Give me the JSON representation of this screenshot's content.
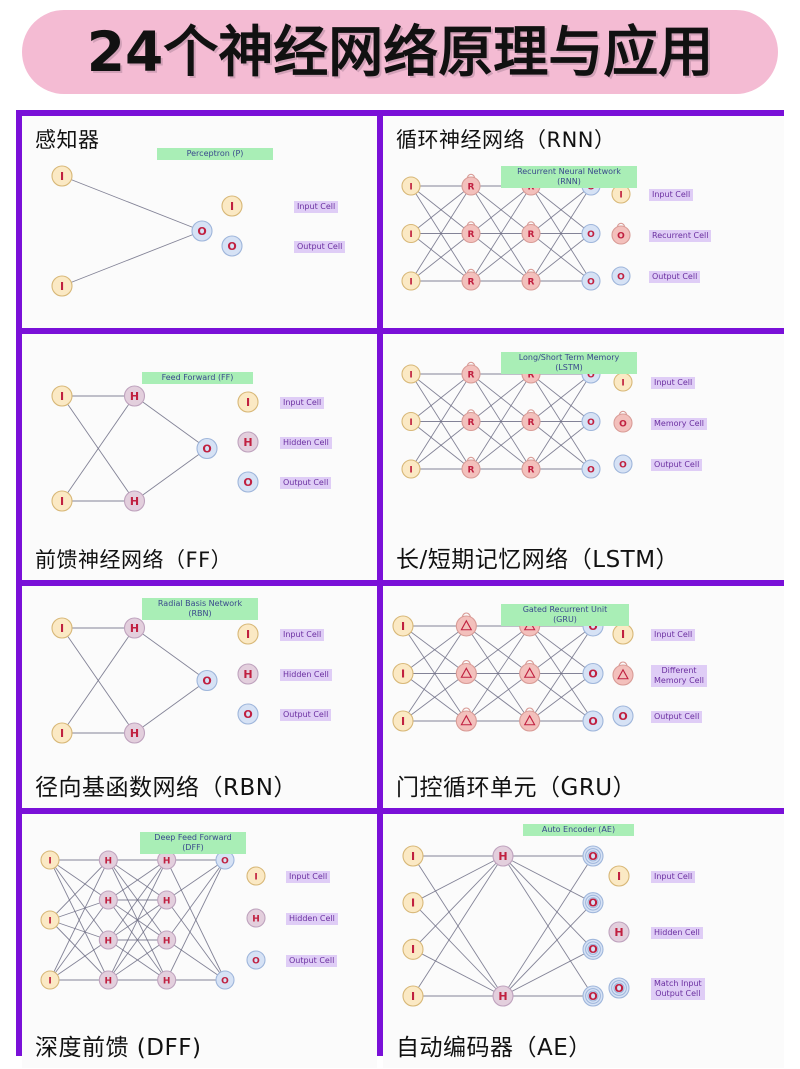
{
  "banner": {
    "title": "24个神经网络原理与应用",
    "bg_color": "#F4BBD3"
  },
  "theme": {
    "grid_border_color": "#7A10D8",
    "caption_highlight": "#A9EEB6",
    "legend_highlight": "#DFCDF6",
    "legend_text_color": "#6B2FA0",
    "input_cell_color": "#FBE9C4",
    "hidden_cell_color": "#E3CFDD",
    "recurrent_cell_color": "#F3C0BC",
    "output_cell_color": "#D6E2F5",
    "glyph_color": "#C02040",
    "edge_color": "#6F6F86"
  },
  "cells": [
    {
      "id": "perceptron",
      "cn_title": "感知器",
      "title_pos": "top",
      "caption": "Perceptron (P)",
      "legend": [
        {
          "label": "Input Cell",
          "cell": "input"
        },
        {
          "label": "Output Cell",
          "cell": "output"
        }
      ],
      "layers": [
        {
          "type": "input",
          "count": 2,
          "glyph": "I"
        },
        {
          "type": "output",
          "count": 1,
          "glyph": "O"
        }
      ]
    },
    {
      "id": "rnn",
      "cn_title": "循环神经网络（RNN）",
      "title_pos": "top",
      "caption": "Recurrent Neural Network\n(RNN)",
      "legend": [
        {
          "label": "Input Cell",
          "cell": "input"
        },
        {
          "label": "Recurrent Cell",
          "cell": "recurrent"
        },
        {
          "label": "Output Cell",
          "cell": "output"
        }
      ],
      "layers": [
        {
          "type": "input",
          "count": 3,
          "glyph": "I"
        },
        {
          "type": "recurrent",
          "count": 3,
          "glyph": "R"
        },
        {
          "type": "recurrent",
          "count": 3,
          "glyph": "R"
        },
        {
          "type": "output",
          "count": 3,
          "glyph": "O"
        }
      ]
    },
    {
      "id": "ff",
      "cn_title": "前馈神经网络（FF）",
      "title_pos": "bottom",
      "caption": "Feed Forward (FF)",
      "legend": [
        {
          "label": "Input Cell",
          "cell": "input"
        },
        {
          "label": "Hidden Cell",
          "cell": "hidden"
        },
        {
          "label": "Output Cell",
          "cell": "output"
        }
      ],
      "layers": [
        {
          "type": "input",
          "count": 2,
          "glyph": "I"
        },
        {
          "type": "hidden",
          "count": 2,
          "glyph": "H"
        },
        {
          "type": "output",
          "count": 1,
          "glyph": "O"
        }
      ]
    },
    {
      "id": "lstm",
      "cn_title": "长/短期记忆网络（LSTM）",
      "title_pos": "bottom",
      "caption": "Long/Short Term Memory\n(LSTM)",
      "legend": [
        {
          "label": "Input Cell",
          "cell": "input"
        },
        {
          "label": "Memory Cell",
          "cell": "recurrent"
        },
        {
          "label": "Output Cell",
          "cell": "output"
        }
      ],
      "layers": [
        {
          "type": "input",
          "count": 3,
          "glyph": "I"
        },
        {
          "type": "recurrent",
          "count": 3,
          "glyph": "R"
        },
        {
          "type": "recurrent",
          "count": 3,
          "glyph": "R"
        },
        {
          "type": "output",
          "count": 3,
          "glyph": "O"
        }
      ]
    },
    {
      "id": "rbn",
      "cn_title": "径向基函数网络（RBN）",
      "title_pos": "bottom",
      "caption": "Radial Basis Network\n(RBN)",
      "legend": [
        {
          "label": "Input Cell",
          "cell": "input"
        },
        {
          "label": "Hidden Cell",
          "cell": "hidden"
        },
        {
          "label": "Output Cell",
          "cell": "output"
        }
      ],
      "layers": [
        {
          "type": "input",
          "count": 2,
          "glyph": "I"
        },
        {
          "type": "hidden",
          "count": 2,
          "glyph": "H"
        },
        {
          "type": "output",
          "count": 1,
          "glyph": "O"
        }
      ]
    },
    {
      "id": "gru",
      "cn_title": "门控循环单元（GRU）",
      "title_pos": "bottom",
      "caption": "Gated Recurrent Unit\n(GRU)",
      "legend": [
        {
          "label": "Input Cell",
          "cell": "input"
        },
        {
          "label": "Different\nMemory Cell",
          "cell": "gated"
        },
        {
          "label": "Output Cell",
          "cell": "output"
        }
      ],
      "layers": [
        {
          "type": "input",
          "count": 3,
          "glyph": "I"
        },
        {
          "type": "gated",
          "count": 3,
          "glyph": "△"
        },
        {
          "type": "gated",
          "count": 3,
          "glyph": "△"
        },
        {
          "type": "output",
          "count": 3,
          "glyph": "O"
        }
      ]
    },
    {
      "id": "dff",
      "cn_title": "深度前馈 (DFF)",
      "title_pos": "bottom",
      "caption": "Deep Feed Forward\n(DFF)",
      "legend": [
        {
          "label": "Input Cell",
          "cell": "input"
        },
        {
          "label": "Hidden Cell",
          "cell": "hidden"
        },
        {
          "label": "Output Cell",
          "cell": "output"
        }
      ],
      "layers": [
        {
          "type": "input",
          "count": 3,
          "glyph": "I"
        },
        {
          "type": "hidden",
          "count": 4,
          "glyph": "H"
        },
        {
          "type": "hidden",
          "count": 4,
          "glyph": "H"
        },
        {
          "type": "output",
          "count": 2,
          "glyph": "O"
        }
      ]
    },
    {
      "id": "ae",
      "cn_title": "自动编码器（AE）",
      "title_pos": "bottom",
      "caption": "Auto Encoder (AE)",
      "legend": [
        {
          "label": "Input Cell",
          "cell": "input"
        },
        {
          "label": "Hidden Cell",
          "cell": "hidden"
        },
        {
          "label": "Match Input\nOutput Cell",
          "cell": "match"
        }
      ],
      "layers": [
        {
          "type": "input",
          "count": 4,
          "glyph": "I"
        },
        {
          "type": "hidden",
          "count": 2,
          "glyph": "H"
        },
        {
          "type": "match",
          "count": 4,
          "glyph": "O"
        }
      ]
    }
  ]
}
